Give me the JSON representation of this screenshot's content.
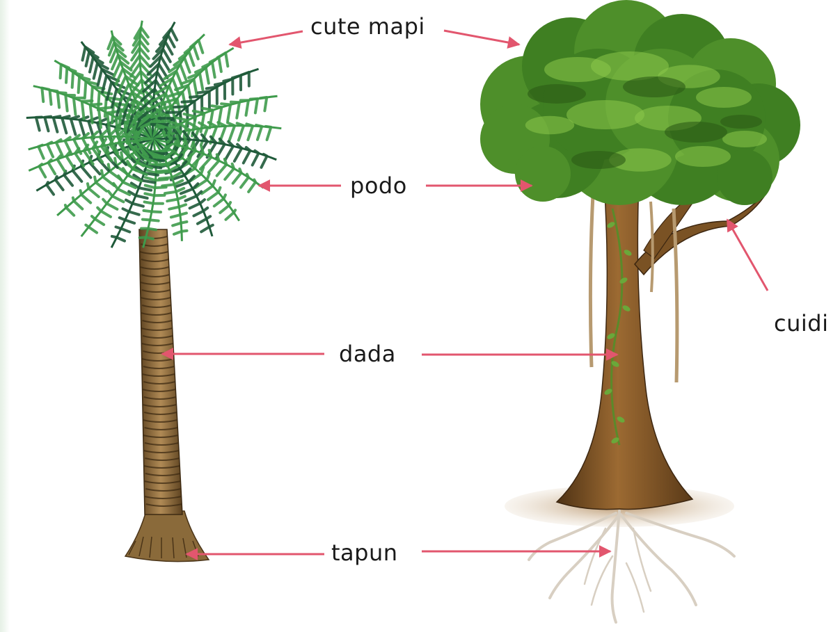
{
  "labels": {
    "crown": "cute mapi",
    "leaves": "podo",
    "trunk": "dada",
    "roots": "tapun",
    "branch": "cuidi"
  },
  "colors": {
    "arrow": "#e2566e",
    "palm_leaf": "#3f9b4c",
    "palm_leaf_dark": "#1f5a3a",
    "palm_trunk": "#8c6a3a",
    "tree_foliage": "#4e8f2a",
    "tree_foliage_light": "#8cc84b",
    "tree_trunk": "#7a5224",
    "roots": "#d8cfc2",
    "ground": "#c9ad8c"
  },
  "icons": [
    "palm-tree-illustration",
    "broadleaf-tree-illustration"
  ]
}
